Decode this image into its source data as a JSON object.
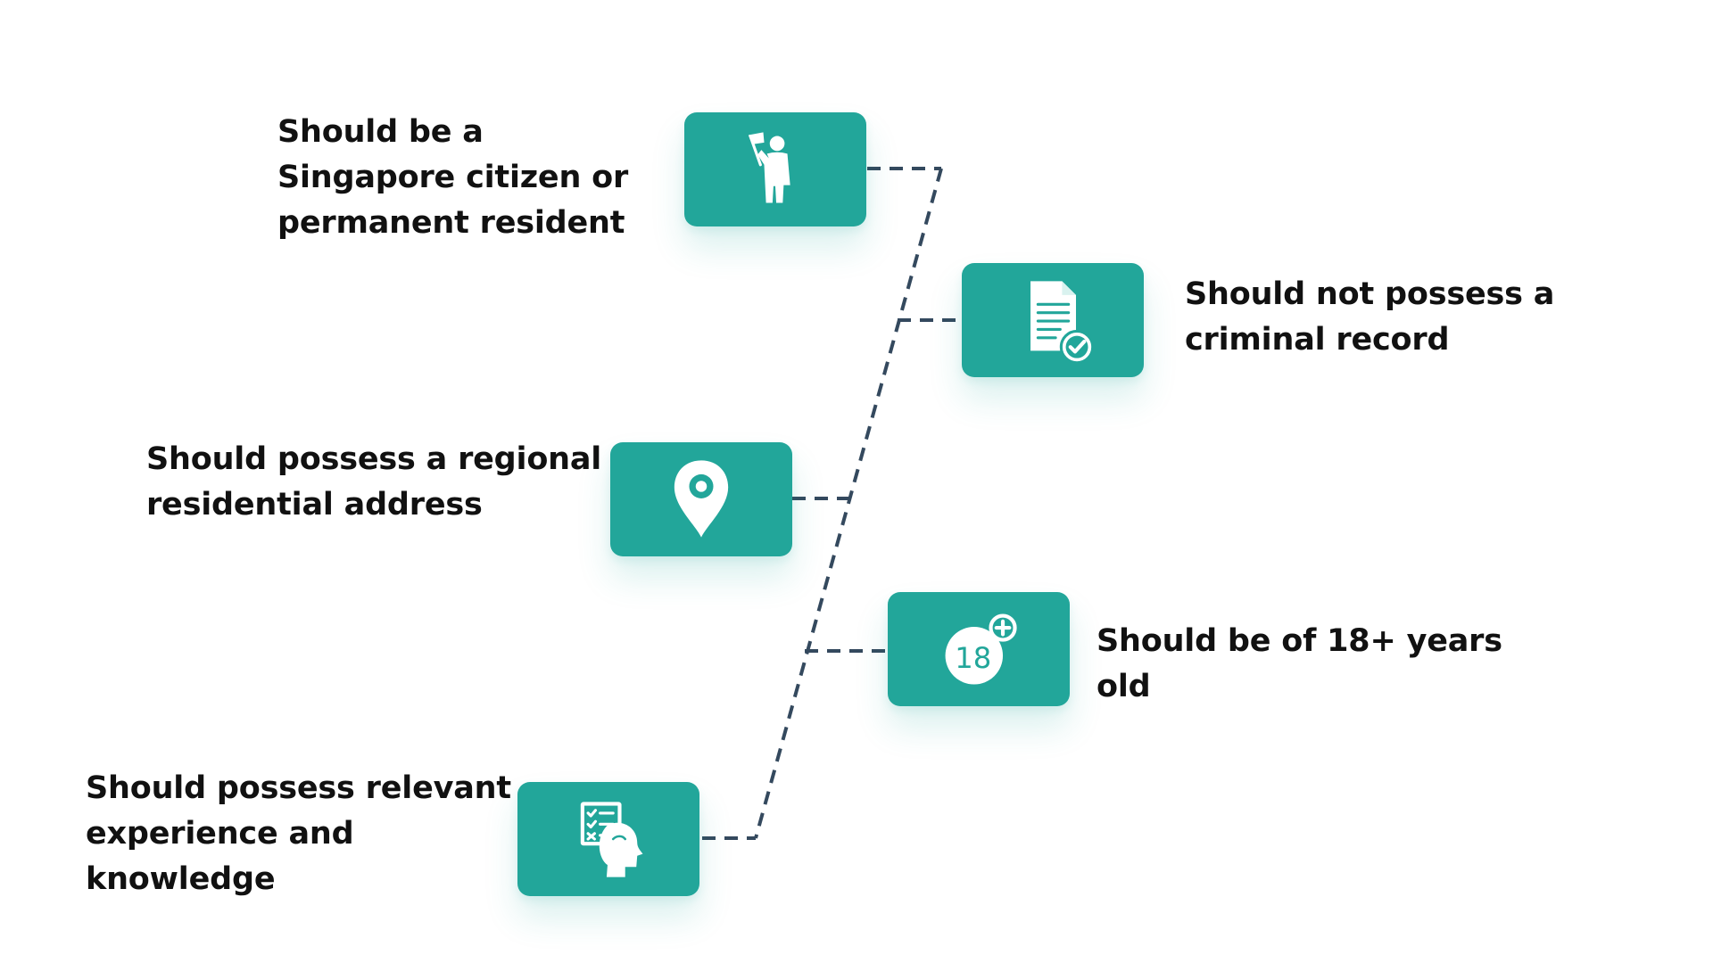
{
  "theme": {
    "card_color": "#22A69A",
    "connector_color": "#34495E",
    "text_color": "#111111",
    "background": "#FFFFFF"
  },
  "requirements": [
    {
      "text": "Should be a Singapore citizen or permanent resident",
      "icon": "person-holding-flag-icon"
    },
    {
      "text": "Should not possess a criminal record",
      "icon": "document-check-icon"
    },
    {
      "text": "Should possess a regional residential address",
      "icon": "location-pin-icon"
    },
    {
      "text": "Should be of 18+ years old",
      "icon": "age-18-plus-icon",
      "icon_text": "18"
    },
    {
      "text": "Should possess relevant experience and knowledge",
      "icon": "checklist-head-icon"
    }
  ]
}
